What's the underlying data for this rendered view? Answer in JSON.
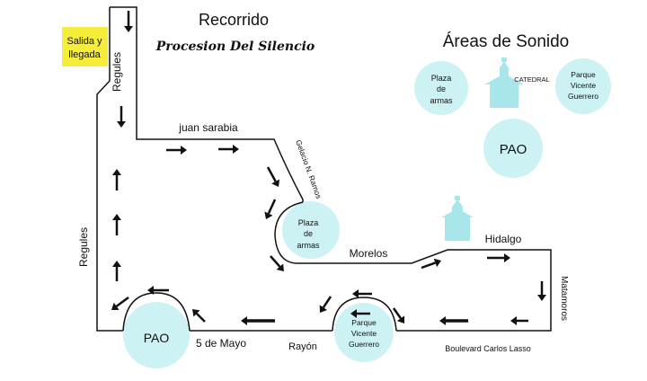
{
  "title": "Recorrido",
  "subtitle": "Procesion Del Silencio",
  "sound_title": "Áreas de Sonido",
  "start_label": [
    "Salida y",
    "llegada"
  ],
  "streets": {
    "regules_top": "Regules",
    "regules_left": "Regules",
    "juan_sarabia": "juan sarabia",
    "gelacio": "Gelacio N. Ramos",
    "morelos": "Morelos",
    "hidalgo": "Hidalgo",
    "matamoros": "Matamoros",
    "boulevard": "Boulevard Carlos Lasso",
    "cinco_mayo": "5 de Mayo",
    "rayon": "Rayón"
  },
  "places": {
    "plaza_map": [
      "Plaza",
      "de",
      "armas"
    ],
    "parque_map": [
      "Parque",
      "Vicente",
      "Guerrero"
    ],
    "pao_map": "PAO"
  },
  "legend": {
    "plaza": [
      "Plaza",
      "de",
      "armas"
    ],
    "catedral": "CATEDRAL",
    "parque": [
      "Parque",
      "Vicente",
      "Guerrero"
    ],
    "pao": "PAO"
  },
  "colors": {
    "circle": "#cdf2f4",
    "church": "#a9e6ec",
    "badge": "#f6ec3a",
    "route": "#111111"
  }
}
